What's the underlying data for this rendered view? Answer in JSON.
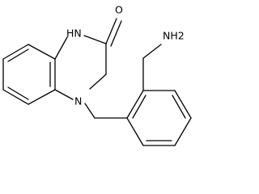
{
  "molecule": {
    "atoms": {
      "oxygen": "O",
      "nh_ring": "HN",
      "n_ring": "N",
      "nh2": "NH2"
    }
  }
}
